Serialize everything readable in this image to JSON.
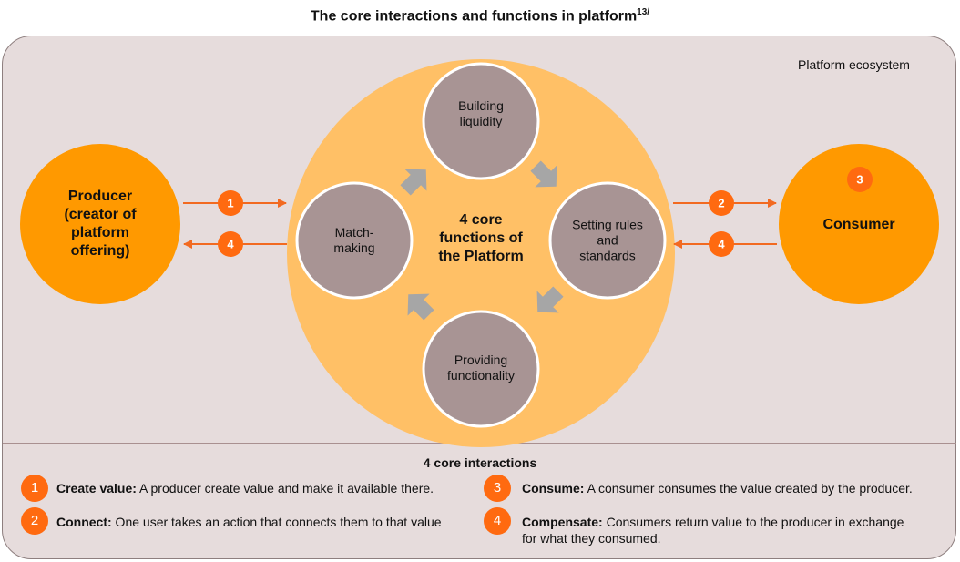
{
  "title": {
    "text": "The core interactions and functions in platform",
    "superscript": "13/"
  },
  "ecosystem_label": "Platform ecosystem",
  "producer": {
    "line1": "Producer",
    "line2": "(creator of",
    "line3": "platform",
    "line4": "offering)"
  },
  "consumer": {
    "label": "Consumer",
    "badge": "3"
  },
  "platform_center": {
    "line1": "4 core",
    "line2": "functions of",
    "line3": "the Platform"
  },
  "functions": [
    {
      "line1": "Building",
      "line2": "liquidity"
    },
    {
      "line1": "Setting rules",
      "line2": "and",
      "line3": "standards"
    },
    {
      "line1": "Providing",
      "line2": "functionality"
    },
    {
      "line1": "Match-",
      "line2": "making"
    }
  ],
  "arrows": {
    "producer_to_platform": "1",
    "platform_to_producer": "4",
    "platform_to_consumer": "2",
    "consumer_to_platform": "4"
  },
  "legend": {
    "title": "4 core interactions",
    "items": [
      {
        "num": "1",
        "term": "Create value:",
        "desc": " A producer create value and make it available there."
      },
      {
        "num": "2",
        "term": "Connect:",
        "desc": " One user takes an action that connects them to that value"
      },
      {
        "num": "3",
        "term": "Consume:",
        "desc": " A consumer consumes the value created by the producer."
      },
      {
        "num": "4",
        "term": "Compensate:",
        "desc": " Consumers return value to the producer in exchange",
        "desc2": "for what they consumed."
      }
    ]
  },
  "colors": {
    "frame_bg": "#e6dcdc",
    "platform_circle": "#ffc066",
    "function_circle": "#a89494",
    "actor_circle": "#ff9900",
    "badge": "#ff6a10",
    "arrow": "#f26a21",
    "cycle_arrow": "#a6a6a6"
  }
}
